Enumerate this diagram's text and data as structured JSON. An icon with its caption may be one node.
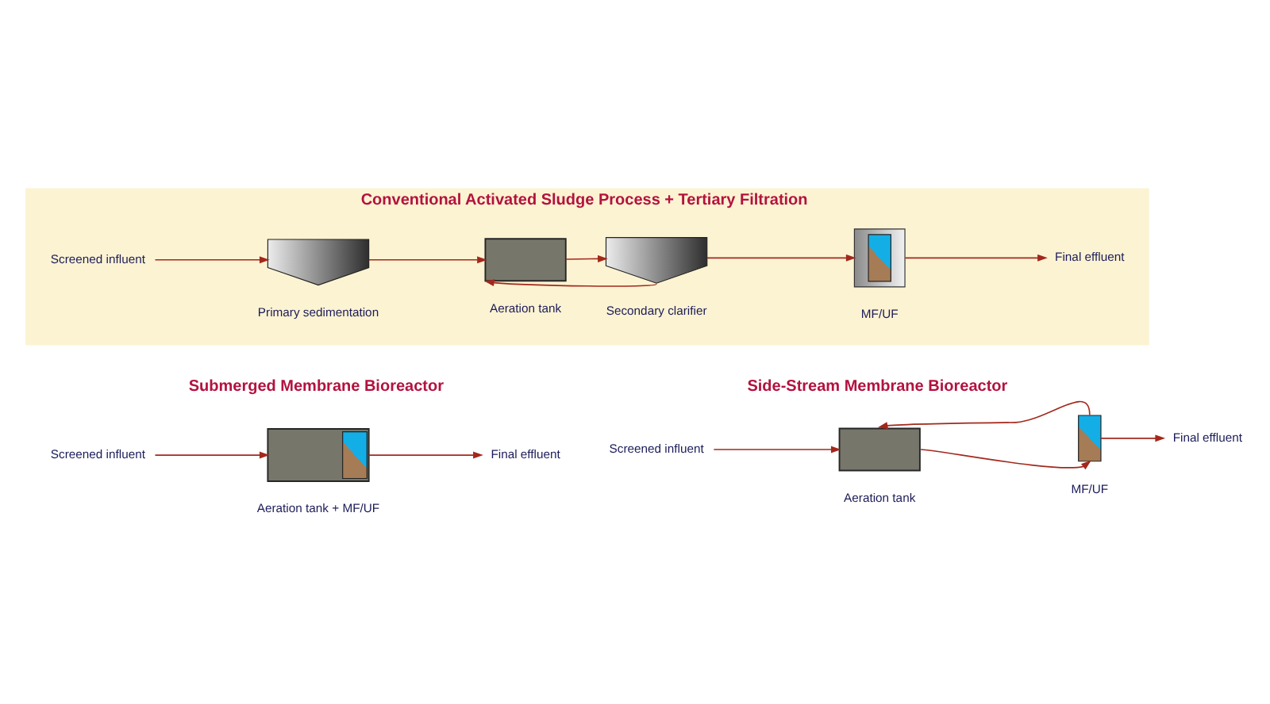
{
  "diagram": {
    "nodes": [
      {
        "text": [
          "Conventional Activated Sludge Process + Tertiary Filtration"
        ]
      },
      {
        "text": [
          "Screened influent"
        ],
        "in": 0
      },
      {
        "text": [],
        "shape": "pentagon",
        "beside": [
          "Primary sedimentation"
        ],
        "in": 0
      },
      {
        "text": [],
        "shape": "box",
        "beside": [
          "Aeration tank"
        ],
        "in": 0
      },
      {
        "text": [],
        "shape": "pentagon",
        "beside": [
          "Secondary clarifier"
        ],
        "in": 0
      },
      {
        "text": [],
        "shape": "box",
        "beside": [
          "MF/UF"
        ],
        "in": 0
      },
      {
        "text": [
          "Final effluent"
        ],
        "in": 0
      },
      {
        "text": [
          "Screened influent"
        ]
      },
      {
        "text": [],
        "shape": "box",
        "beside": [
          "Aeration tank + MF/UF"
        ]
      },
      {
        "text": [
          "Final effluent"
        ]
      },
      {
        "text": [
          "Screened influent"
        ]
      },
      {
        "text": [],
        "shape": "box",
        "beside": [
          "Aeration tank"
        ]
      },
      {
        "text": [],
        "shape": "box",
        "beside": [
          "MF/UF"
        ]
      },
      {
        "text": [
          "Final effluent"
        ]
      }
    ],
    "edges": [
      {
        "from": 1,
        "to": 2,
        "arrow": "to"
      },
      {
        "from": 2,
        "to": 3,
        "arrow": "to"
      },
      {
        "from": 3,
        "to": 4,
        "arrow": "to"
      },
      {
        "from": 4,
        "to": 3,
        "arrow": "to"
      },
      {
        "from": 4,
        "to": 5,
        "arrow": "to"
      },
      {
        "from": 5,
        "to": 6,
        "arrow": "to"
      },
      {
        "from": 7,
        "to": 8,
        "arrow": "to"
      },
      {
        "from": 8,
        "to": 9,
        "arrow": "to"
      },
      {
        "from": 10,
        "to": 11,
        "arrow": "to"
      },
      {
        "from": 11,
        "to": 12,
        "arrow": "to"
      },
      {
        "from": 12,
        "to": 11,
        "arrow": "to"
      },
      {
        "from": 12,
        "to": 13,
        "arrow": "to"
      }
    ],
    "labels": [
      "Submerged Membrane Bioreactor",
      "Side-Stream Membrane Bioreactor"
    ]
  }
}
